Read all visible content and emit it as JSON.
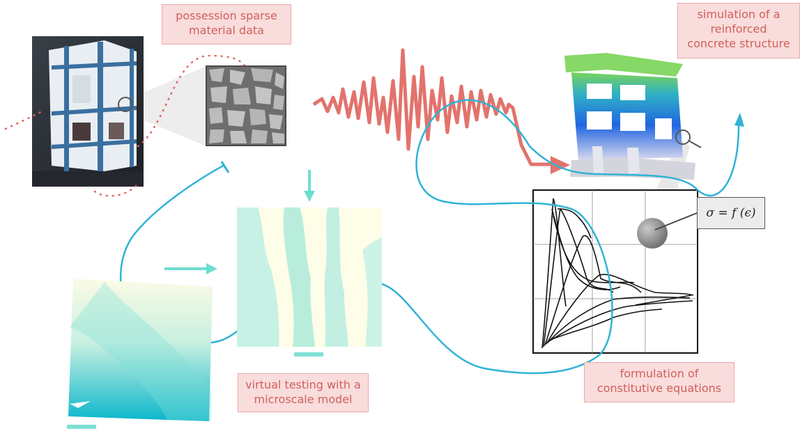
{
  "labels": {
    "possession": [
      "possession sparse",
      "material data"
    ],
    "simulation": [
      "simulation of a",
      "reinforced",
      "concrete structure"
    ],
    "virtual": [
      "virtual testing with a",
      "microscale model"
    ],
    "formulation": [
      "formulation of",
      "constitutive equations"
    ]
  },
  "equation": "σ = f (ϵ)",
  "colors": {
    "label_fill": "#f9dcdc",
    "label_text": "#d0605a",
    "flow_line": "#2fb3d6",
    "seismic": "#e2736c",
    "accent_arrow": "#6fdcd0"
  }
}
